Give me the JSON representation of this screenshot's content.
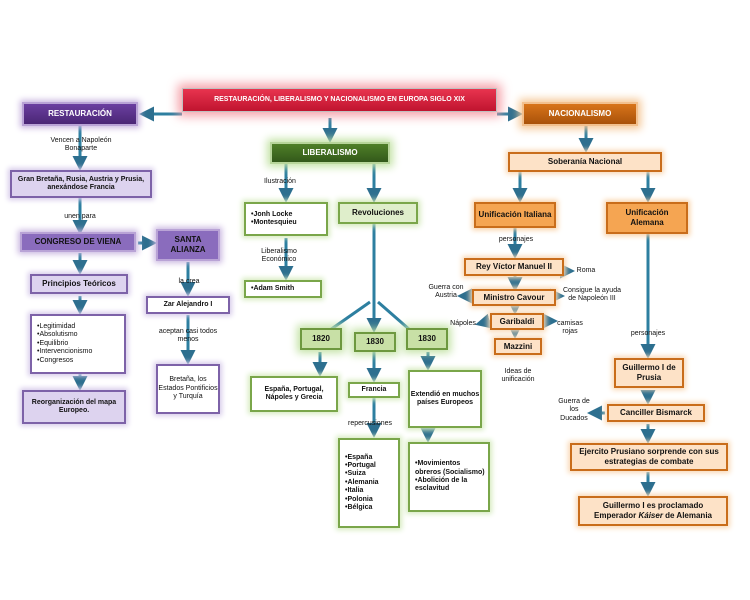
{
  "title": "RESTAURACIÓN, LIBERALISMO Y NACIONALISMO EN EUROPA SIGLO XIX",
  "restauracion": {
    "header": "RESTAURACIÓN",
    "link_vencen": "Vencen a Napoleón Bonaparte",
    "potencias": "Gran Bretaña, Rusia, Austria y Prusia, anexándose Francia",
    "link_unen": "unen para",
    "congreso": "CONGRESO DE VIENA",
    "santa_alianza": "SANTA ALIANZA",
    "link_crea": "la crea",
    "zar": "Zar Alejandro I",
    "link_aceptan": "aceptan casi todos menos",
    "excepciones": "Bretaña, los Estados Pontificios y Turquía",
    "principios": "Principios Teóricos",
    "principios_list": [
      "•Legitimidad",
      "•Absolutismo",
      "•Equilibrio",
      "•Intervencionismo",
      "•Congresos"
    ],
    "reorganizacion": "Reorganización del mapa Europeo."
  },
  "liberalismo": {
    "header": "LIBERALISMO",
    "link_ilustracion": "Ilustración",
    "pensadores": [
      "•Jonh Locke",
      "•Montesquieu"
    ],
    "link_economico": "Liberalismo Económico",
    "economista": "•Adam Smith",
    "revoluciones": "Revoluciones",
    "year_1820": "1820",
    "year_1830a": "1830",
    "year_1830b": "1830",
    "paises_1820": "España, Portugal, Nápoles y Grecia",
    "francia": "Francia",
    "link_repercusiones": "repercusiones",
    "paises_1830": [
      "•España",
      "•Portugal",
      "•Suiza",
      "•Alemania",
      "•Italia",
      "•Polonia",
      "•Bélgica"
    ],
    "extendio": "Extendió en muchos países Europeos",
    "movimientos": [
      "•Movimientos obreros (Socialismo)",
      "•Abolición de la esclavitud"
    ]
  },
  "nacionalismo": {
    "header": "NACIONALISMO",
    "soberania": "Soberanía Nacional",
    "unif_italiana": "Unificación Italiana",
    "unif_alemana": "Unificación Alemana",
    "link_personajes_it": "personajes",
    "rey": "Rey Víctor Manuel II",
    "roma": "Roma",
    "guerra_austria": "Guerra con Austria",
    "cavour": "Ministro Cavour",
    "consigue": "Consigue la ayuda de Napoleón III",
    "napoles": "Nápoles",
    "garibaldi": "Garibaldi",
    "camisas": "camisas rojas",
    "mazzini": "Mazzini",
    "ideas": "Ideas de unificación",
    "link_personajes_al": "personajes",
    "guillermo": "Guillermo I de Prusia",
    "guerra_ducados": "Guerra de los Ducados",
    "bismarck": "Canciller Bismarck",
    "ejercito": "Ejercito Prusiano sorprende con sus estrategias de combate",
    "proclamado_a": "Guillermo I es proclamado",
    "proclamado_b": "Emperador ",
    "proclamado_kaiser": "Káiser",
    "proclamado_c": " de Alemania"
  }
}
